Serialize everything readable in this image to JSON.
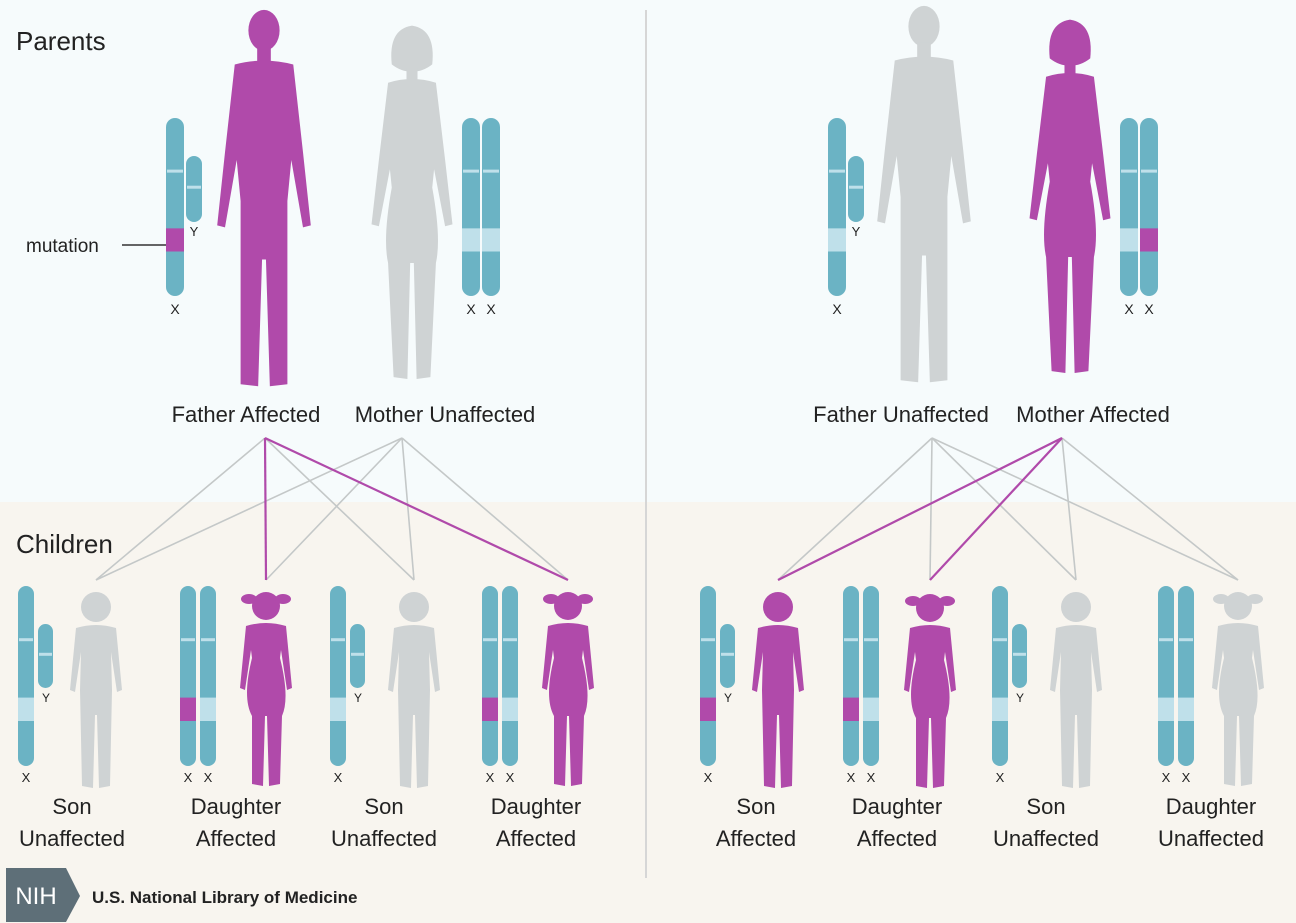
{
  "colors": {
    "affected": "#b04aaa",
    "unaffected": "#cfd3d4",
    "chromosome": "#6bb3c4",
    "chromosome_band": "#bfe0ea",
    "mutation": "#b04aaa",
    "line_neutral": "#c4c8c8",
    "line_affected": "#b04aaa",
    "children_bg": "#f8f5ef",
    "parents_bg": "#f6fbfc",
    "logo": "#5e6f78"
  },
  "sections": {
    "parents": "Parents",
    "children": "Children"
  },
  "mutation_label": "mutation",
  "chromosome_labels": {
    "x": "X",
    "y": "Y"
  },
  "panels": [
    {
      "father": {
        "label": "Father Affected",
        "affected": true
      },
      "mother": {
        "label": "Mother Unaffected",
        "affected": false
      },
      "children": [
        {
          "line1": "Son",
          "line2": "Unaffected",
          "affected": false
        },
        {
          "line1": "Daughter",
          "line2": "Affected",
          "affected": true
        },
        {
          "line1": "Son",
          "line2": "Unaffected",
          "affected": false
        },
        {
          "line1": "Daughter",
          "line2": "Affected",
          "affected": true
        }
      ]
    },
    {
      "father": {
        "label": "Father Unaffected",
        "affected": false
      },
      "mother": {
        "label": "Mother Affected",
        "affected": true
      },
      "children": [
        {
          "line1": "Son",
          "line2": "Affected",
          "affected": true
        },
        {
          "line1": "Daughter",
          "line2": "Affected",
          "affected": true
        },
        {
          "line1": "Son",
          "line2": "Unaffected",
          "affected": false
        },
        {
          "line1": "Daughter",
          "line2": "Unaffected",
          "affected": false
        }
      ]
    }
  ],
  "footer": {
    "logo_text": "NIH",
    "org": "U.S. National Library of Medicine"
  }
}
